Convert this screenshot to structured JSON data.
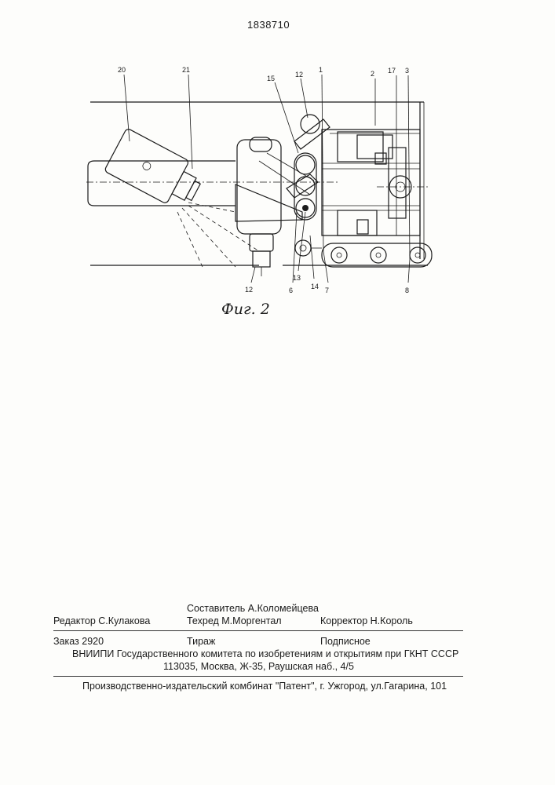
{
  "header": {
    "patent_number": "1838710"
  },
  "figure": {
    "caption": "Фиг. 2",
    "labels": {
      "l20": "20",
      "l21": "21",
      "l15": "15",
      "l12a": "12",
      "l1": "1",
      "l2": "2",
      "l17": "17",
      "l3": "3",
      "l12b": "12",
      "l6": "6",
      "l13": "13",
      "l14": "14",
      "l7": "7",
      "l8": "8"
    }
  },
  "imprint": {
    "composer": "Составитель А.Коломейцева",
    "editor": "Редактор С.Кулакова",
    "techeditor": "Техред М.Моргентал",
    "corrector": "Корректор Н.Король",
    "order": "Заказ 2920",
    "circulation": "Тираж",
    "subscription": "Подписное",
    "institute": "ВНИИПИ Государственного комитета по изобретениям и открытиям при ГКНТ СССР",
    "address": "113035, Москва, Ж-35, Раушская наб., 4/5",
    "publisher": "Производственно-издательский комбинат \"Патент\", г. Ужгород, ул.Гагарина, 101"
  }
}
